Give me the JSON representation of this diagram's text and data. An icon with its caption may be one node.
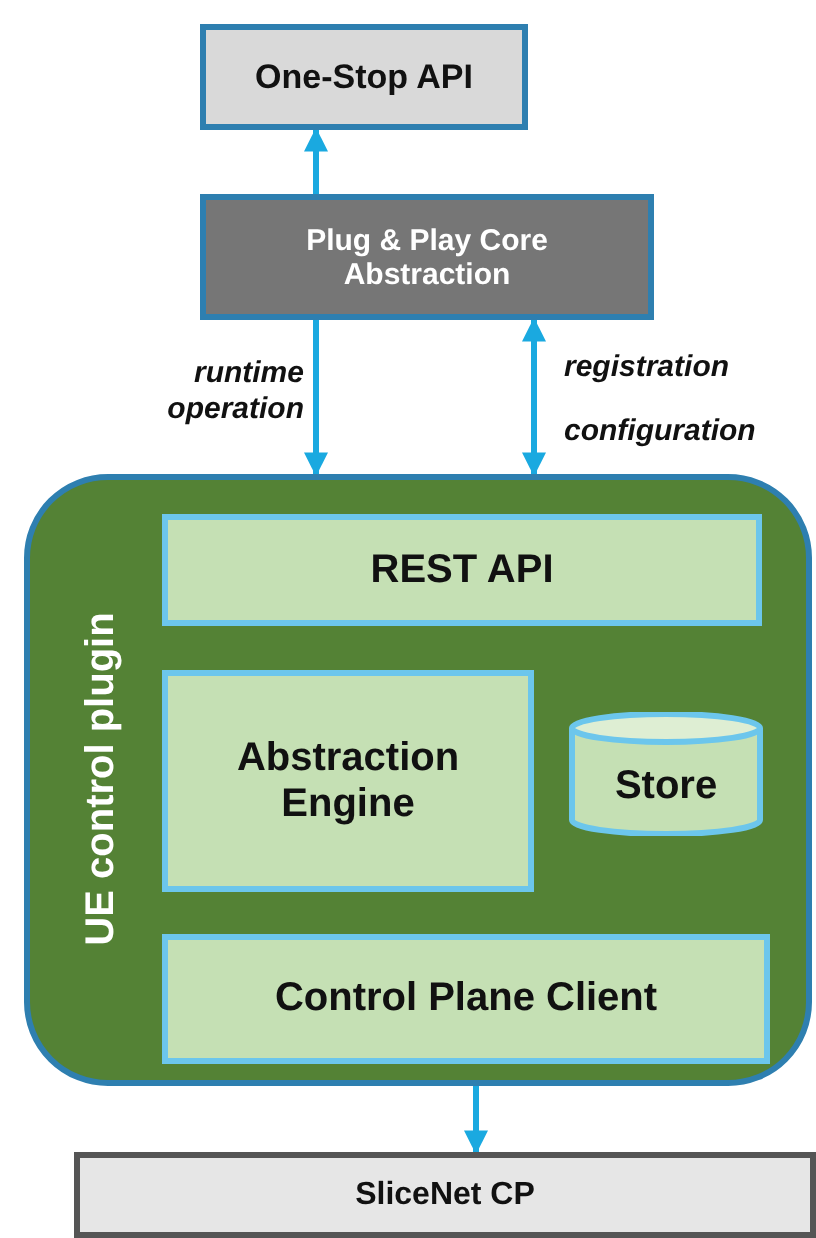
{
  "diagram": {
    "nodes": [
      {
        "text": [
          "One-Stop API"
        ]
      },
      {
        "text": [
          "Plug & Play Core Abstraction"
        ]
      },
      {
        "text": [
          "UE control plugin"
        ]
      },
      {
        "text": [
          "REST API"
        ],
        "in": 2
      },
      {
        "text": [
          "Abstraction Engine"
        ],
        "in": 2
      },
      {
        "text": [
          "Store"
        ],
        "in": 2
      },
      {
        "text": [
          "Control Plane Client"
        ],
        "in": 2
      },
      {
        "text": [
          "SliceNet CP"
        ]
      }
    ],
    "edges": [
      {
        "from": 1,
        "to": 0,
        "arrow": "to"
      },
      {
        "from": 1,
        "to": 2,
        "arrow": "to",
        "label": "runtime operation"
      },
      {
        "from": 1,
        "to": 2,
        "arrow": "both",
        "label": "registration configuration"
      },
      {
        "from": 2,
        "to": 7,
        "arrow": "to"
      }
    ]
  }
}
